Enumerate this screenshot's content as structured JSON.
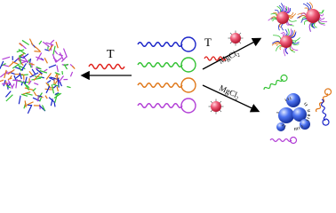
{
  "diagram": {
    "labels": {
      "left_arrow_label": "T",
      "top_right_label_t": "T",
      "top_right_label_mg": "MgCl",
      "top_right_label_mg_sub": "2",
      "bottom_right_label_mg": "MgCl",
      "bottom_right_label_mg_sub": "2"
    },
    "strand_colors": [
      "#1a24c8",
      "#33c233",
      "#e0781a",
      "#b23fd6"
    ],
    "heat_wave_color": "#e0201a",
    "nanoparticle_color": "#e02a4a",
    "aggregate_color": "#2a4fe0"
  }
}
